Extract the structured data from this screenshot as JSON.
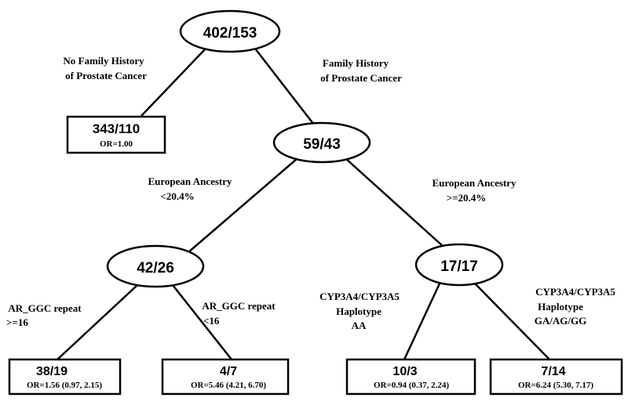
{
  "tree": {
    "root": {
      "count": "402/153"
    },
    "no_family_history": {
      "label_line1": "No Family History",
      "label_line2": "of Prostate Cancer",
      "count": "343/110",
      "or": "OR=1.00"
    },
    "family_history": {
      "label_line1": "Family History",
      "label_line2": "of Prostate Cancer",
      "count": "59/43"
    },
    "eu_low": {
      "label_line1": "European Ancestry",
      "label_line2": "<20.4%",
      "count": "42/26"
    },
    "eu_high": {
      "label_line1": "European Ancestry",
      "label_line2": ">=20.4%",
      "count": "17/17"
    },
    "ar_high": {
      "label_line1": "AR_GGC repeat",
      "label_line2": ">=16",
      "count": "38/19",
      "or": "OR=1.56 (0.97, 2.15)"
    },
    "ar_low": {
      "label_line1": "AR_GGC repeat",
      "label_line2": "<16",
      "count": "4/7",
      "or": "OR=5.46 (4.21, 6.70)"
    },
    "cyp_aa": {
      "label_line1": "CYP3A4/CYP3A5",
      "label_line2": "Haplotype",
      "label_line3": "AA",
      "count": "10/3",
      "or": "OR=0.94 (0.37, 2.24)"
    },
    "cyp_other": {
      "label_line1": "CYP3A4/CYP3A5",
      "label_line2": "Haplotype",
      "label_line3": "GA/AG/GG",
      "count": "7/14",
      "or": "OR=6.24 (5.30, 7.17)"
    }
  }
}
